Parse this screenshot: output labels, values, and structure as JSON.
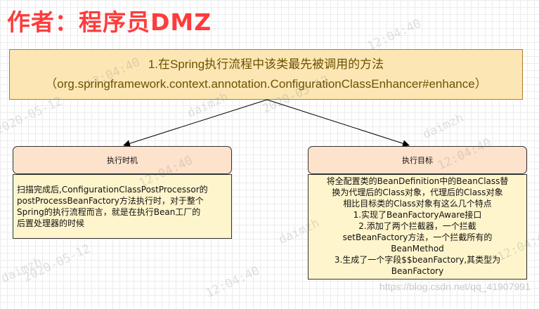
{
  "header": {
    "author": "作者：程序员DMZ"
  },
  "main_box": {
    "line1": "1.在Spring执行流程中该类最先被调用的方法",
    "line2": "（org.springframework.context.annotation.ConfigurationClassEnhancer#enhance）"
  },
  "left_node": {
    "title": "执行时机",
    "lines": [
      "扫描完成后,ConfigurationClassPostProcessor的",
      "postProcessBeanFactory方法执行时，对于整个",
      "Spring的执行流程而言，就是在执行Bean工厂的",
      "后置处理器的时候"
    ]
  },
  "right_node": {
    "title": "执行目标",
    "lines": [
      "将全配置类的BeanDefinition中的BeanClass替",
      "换为代理后的Class对象，代理后的Class对象",
      "相比目标类的Class对象有这么几个特点",
      "1.实现了BeanFactoryAware接口",
      "2.添加了两个拦截器，一个拦截",
      "setBeanFactory方法，一个拦截所有的",
      "BeanMethod",
      "3.生成了一个字段$$beanFactory,其类型为",
      "BeanFactory"
    ]
  },
  "watermarks": {
    "w1": "12:04:40",
    "w2": "2020-05-12",
    "w3": "daimzh",
    "w4": "12:04:40",
    "w5": "2020-05-12",
    "w6": "daimzh",
    "w7": "12:04:40",
    "w8": "12:04:40",
    "w9": "daimzh",
    "w10": "2020-05-12",
    "w11": "12:04:40",
    "w12": "daimzh",
    "w13": "12:04:40",
    "w14": "https://blog.csdn.net/qq_41907991"
  }
}
